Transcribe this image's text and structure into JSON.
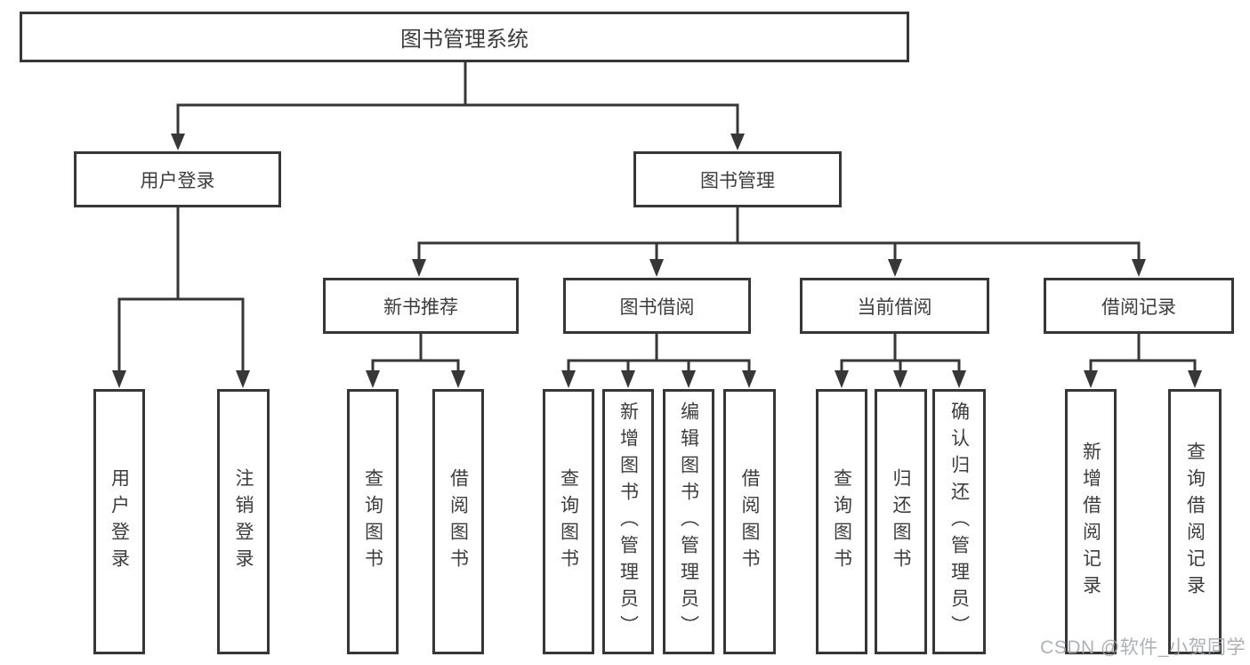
{
  "diagram": {
    "root": {
      "label": "图书管理系统"
    },
    "level2": [
      {
        "label": "用户登录"
      },
      {
        "label": "图书管理"
      }
    ],
    "level3": [
      {
        "label": "新书推荐"
      },
      {
        "label": "图书借阅"
      },
      {
        "label": "当前借阅"
      },
      {
        "label": "借阅记录"
      }
    ],
    "leaves": {
      "user_login": [
        {
          "label": "用户登录"
        },
        {
          "label": "注销登录"
        }
      ],
      "new_book": [
        {
          "label": "查询图书"
        },
        {
          "label": "借阅图书"
        }
      ],
      "book_borrow": [
        {
          "label": "查询图书"
        },
        {
          "label": "新增图书（管理员）"
        },
        {
          "label": "编辑图书（管理员）"
        },
        {
          "label": "借阅图书"
        }
      ],
      "current_borrow": [
        {
          "label": "查询图书"
        },
        {
          "label": "归还图书"
        },
        {
          "label": "确认归还（管理员）"
        }
      ],
      "borrow_records": [
        {
          "label": "新增借阅记录"
        },
        {
          "label": "查询借阅记录"
        }
      ]
    }
  },
  "watermark": {
    "text": "CSDN @软件_小贺同学",
    "color": "#a5a8ac"
  },
  "colors": {
    "line": "#373737",
    "text": "#3d3d3d",
    "box_background": "#ffffff"
  }
}
